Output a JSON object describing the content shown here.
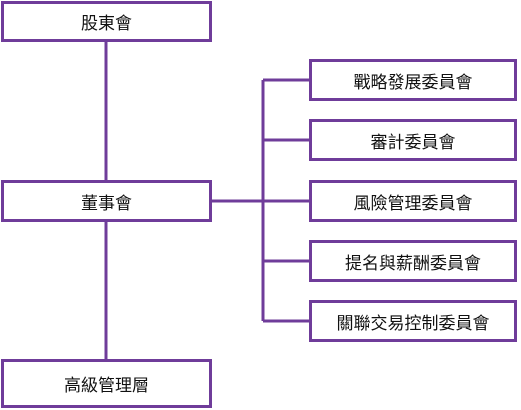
{
  "colors": {
    "line": "#6f3c9a",
    "box_border": "#6f3c9a",
    "text": "#111111",
    "background": "#ffffff"
  },
  "org_chart": {
    "shareholders": "股東會",
    "board": "董事會",
    "management": "高級管理層",
    "committees": [
      "戰略發展委員會",
      "審計委員會",
      "風險管理委員會",
      "提名與薪酬委員會",
      "關聯交易控制委員會"
    ]
  }
}
